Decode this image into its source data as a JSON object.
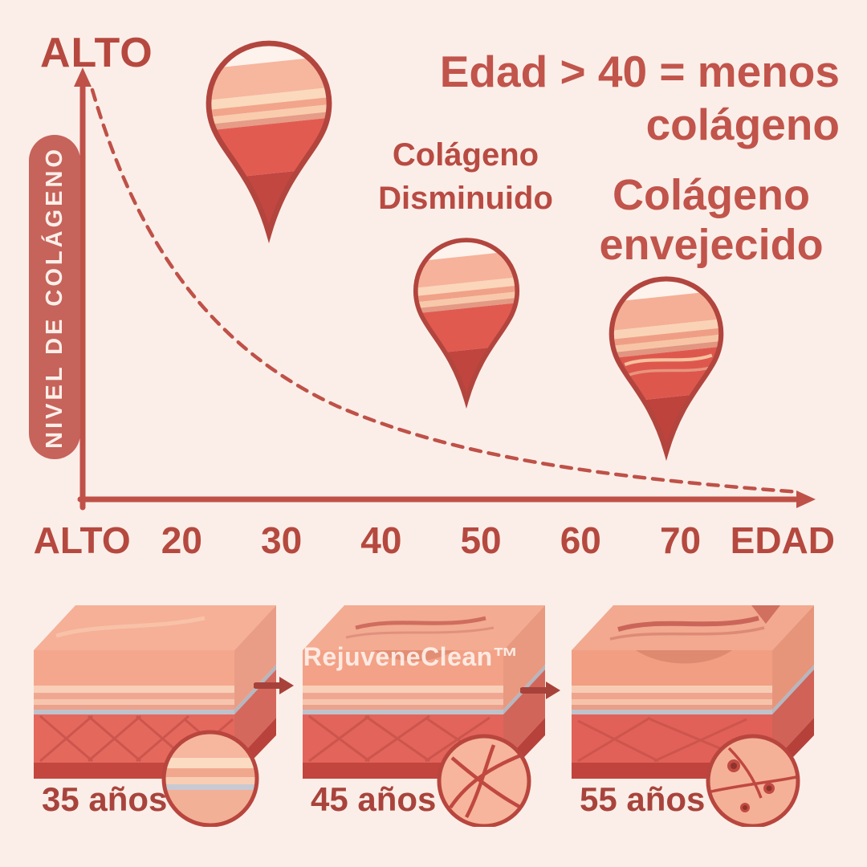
{
  "background_color": "#fbeee8",
  "accent_color": "#bf5148",
  "y_axis": {
    "top_label": "ALTO",
    "label": "NIVEL DE COLÁGENO"
  },
  "x_axis": {
    "labels": [
      "ALTO",
      "20",
      "30",
      "40",
      "50",
      "60",
      "70",
      "EDAD"
    ]
  },
  "annotations": {
    "headline": {
      "line1": "Edad > 40  = menos",
      "line2": "colágeno"
    },
    "diminished": {
      "line1": "Colágeno",
      "line2": "Disminuido"
    },
    "aged": {
      "line1": "Colágeno",
      "line2": "envejecido"
    }
  },
  "icons": {
    "pin": "skin-layers-map-pin-icon",
    "arrow": "right-arrow-icon",
    "magnifier": "skin-detail-magnifier-icon"
  },
  "stages": {
    "labels": [
      "35 años",
      "45 años",
      "55 años"
    ]
  },
  "watermark": "RejuveneClean™",
  "chart_data": {
    "type": "line",
    "title": "",
    "xlabel": "EDAD",
    "ylabel": "NIVEL DE COLÁGENO",
    "x_tick_labels": [
      "ALTO",
      "20",
      "30",
      "40",
      "50",
      "60",
      "70",
      "EDAD"
    ],
    "y_tick_labels": [
      "ALTO"
    ],
    "line_style": "dashed",
    "grid": false,
    "legend": "none",
    "x": [
      10,
      20,
      30,
      40,
      50,
      60,
      70,
      80
    ],
    "values": [
      100,
      62,
      40,
      26,
      17,
      11,
      7,
      5
    ],
    "annotations": [
      "Edad > 40 = menos colágeno",
      "Colágeno Disminuido",
      "Colágeno envejecido"
    ]
  }
}
